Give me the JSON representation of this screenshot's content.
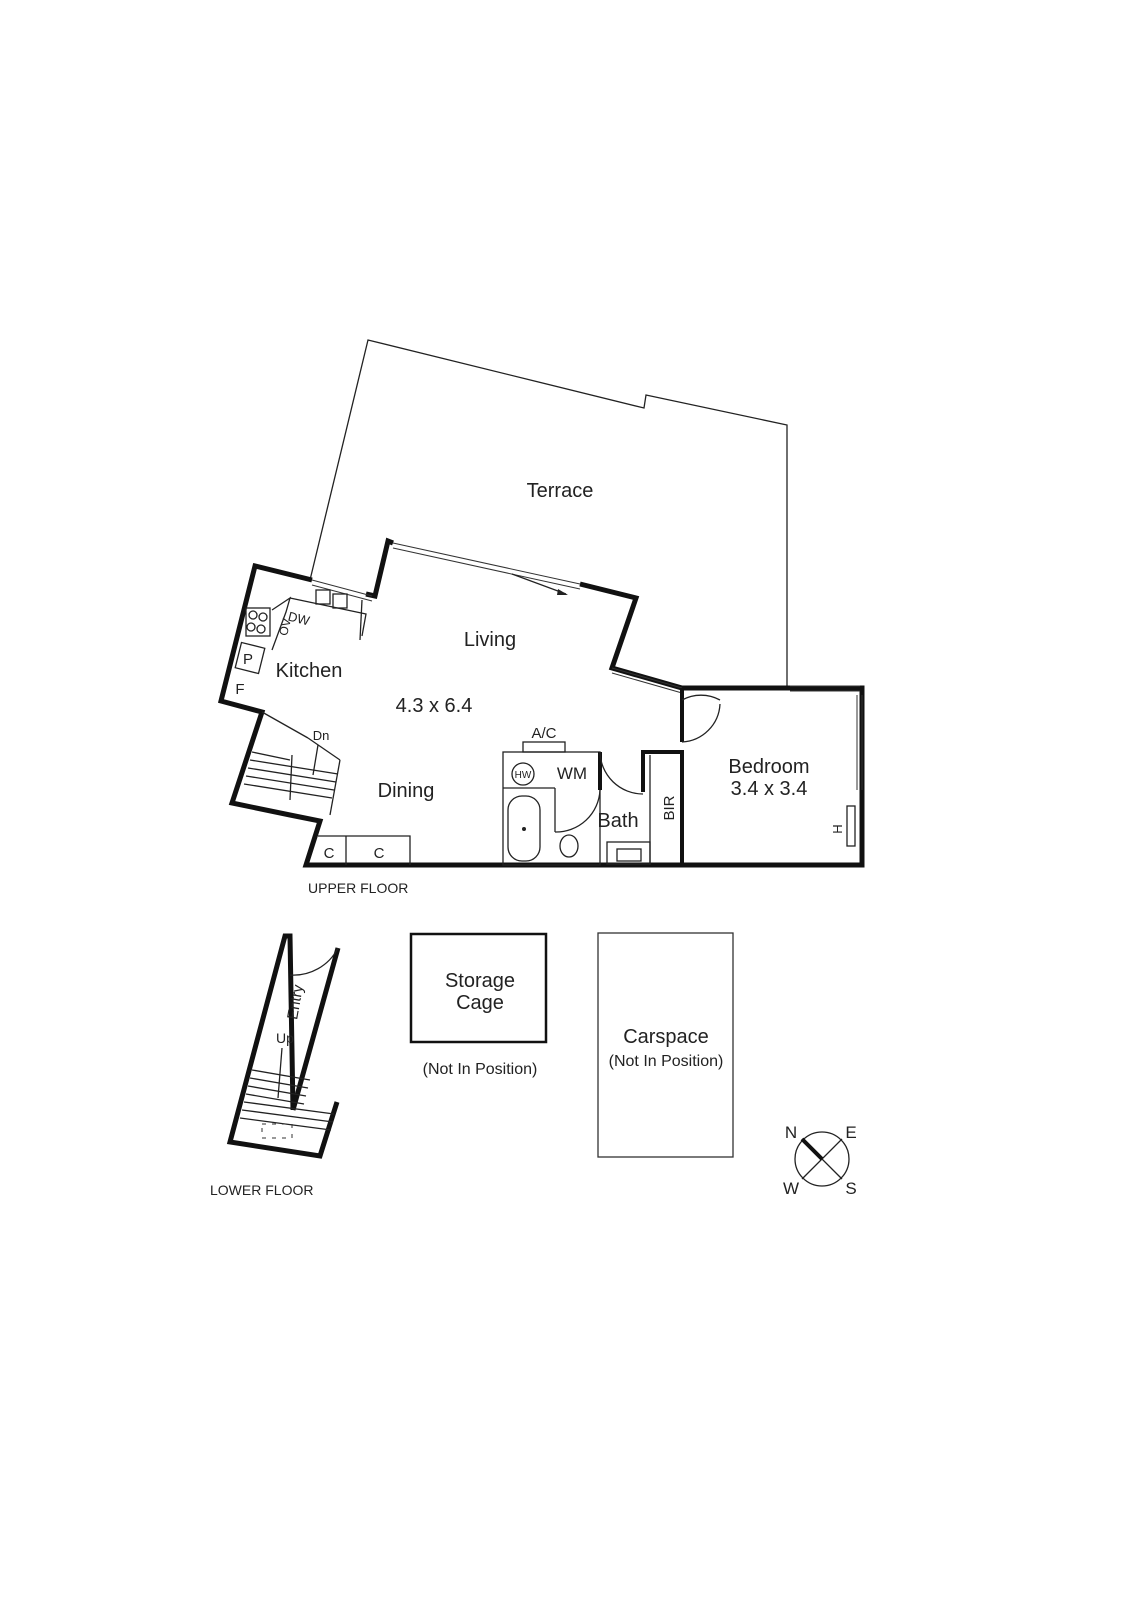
{
  "upper_floor": {
    "label": "UPPER FLOOR",
    "rooms": {
      "terrace": "Terrace",
      "living": "Living",
      "living_dims": "4.3 x 6.4",
      "kitchen": "Kitchen",
      "dining": "Dining",
      "bedroom": "Bedroom",
      "bedroom_dims": "3.4 x 3.4",
      "bath": "Bath",
      "bir": "BIR"
    },
    "fixtures": {
      "dw": "DW",
      "ov": "OV",
      "pantry": "P",
      "fridge": "F",
      "stairs_down": "Dn",
      "ac": "A/C",
      "hw": "HW",
      "wm": "WM",
      "cupboard1": "C",
      "cupboard2": "C",
      "heater": "H"
    }
  },
  "lower_floor": {
    "label": "LOWER FLOOR",
    "entry": "Entry",
    "stairs_up": "Up"
  },
  "storage": {
    "line1": "Storage",
    "line2": "Cage",
    "note": "(Not In Position)"
  },
  "carspace": {
    "label": "Carspace",
    "note": "(Not In Position)"
  },
  "compass": {
    "n": "N",
    "e": "E",
    "s": "S",
    "w": "W"
  }
}
